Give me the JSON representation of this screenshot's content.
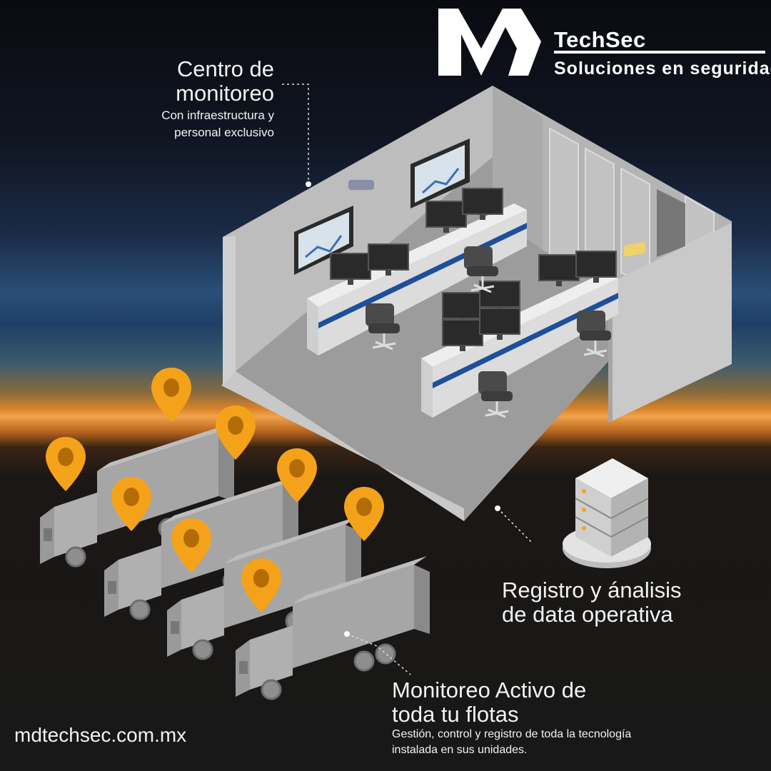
{
  "brand": {
    "logo_letters": "MD",
    "name": "TechSec",
    "tagline": "Soluciones en seguridad"
  },
  "centro": {
    "title_lines": [
      "Centro de",
      "monitoreo"
    ],
    "subtitle_lines": [
      "Con infraestructura y",
      "personal exclusivo"
    ]
  },
  "registro": {
    "lines": [
      "Registro y ánalisis",
      "de data operativa"
    ]
  },
  "monitoreo": {
    "title_lines": [
      "Monitoreo Activo de",
      "toda tu flotas"
    ],
    "subtitle_lines": [
      "Gestión, control y  registro de toda la tecnología",
      "instalada en sus unidades."
    ]
  },
  "website": "mdtechsec.com.mx",
  "colors": {
    "pin": "#f5a21b",
    "room_wall": "#b9b9b9",
    "room_floor": "#9c9c9c",
    "desk_stripe": "#1e4f9a",
    "server": "#d8d8d8",
    "text": "#f2f2f2"
  },
  "icons": [
    "server-icon",
    "location-pin-icon",
    "truck-icon",
    "monitor-icon",
    "office-chair-icon",
    "camera-icon"
  ]
}
